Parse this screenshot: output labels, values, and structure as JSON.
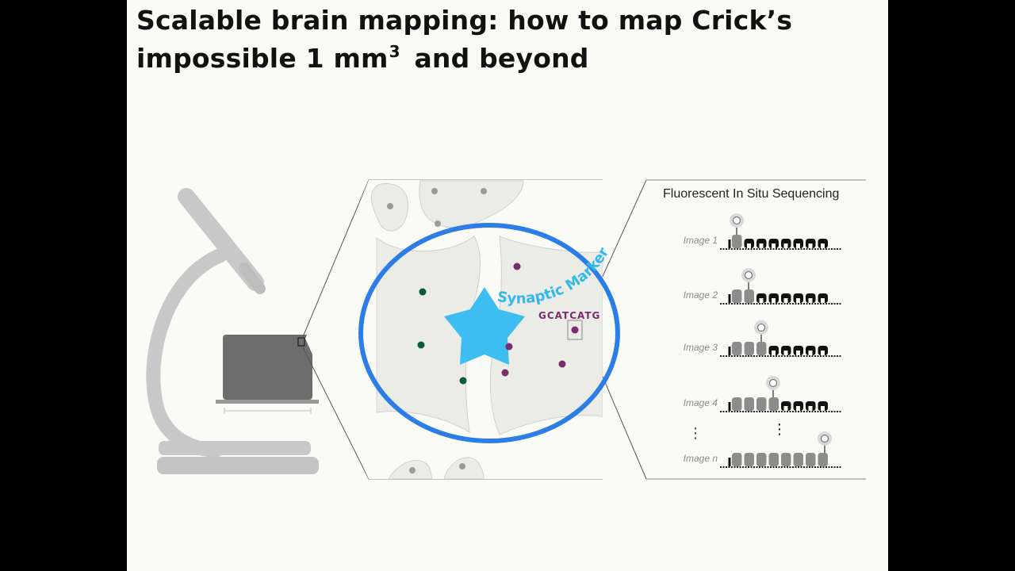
{
  "slide": {
    "title_line1": "Scalable brain mapping: how to map Crick’s",
    "title_line2_pre": "impossible 1 mm",
    "title_line2_sup": "3",
    "title_line2_post": " and beyond"
  },
  "diagram": {
    "fiss_title": "Fluorescent In Situ Sequencing",
    "synaptic_marker_label": "Synaptic Marker",
    "sequence_label": "GCATCATG",
    "image_labels": [
      "Image 1",
      "Image 2",
      "Image 3",
      "Image 4",
      "Image n"
    ]
  },
  "colors": {
    "circle": "#2c7ee6",
    "star": "#3dbdf0",
    "dot_green": "#0f5a3a",
    "dot_purple": "#7a2c6e",
    "microscope": "#c8c8c8",
    "dish": "#6d6d6d"
  }
}
